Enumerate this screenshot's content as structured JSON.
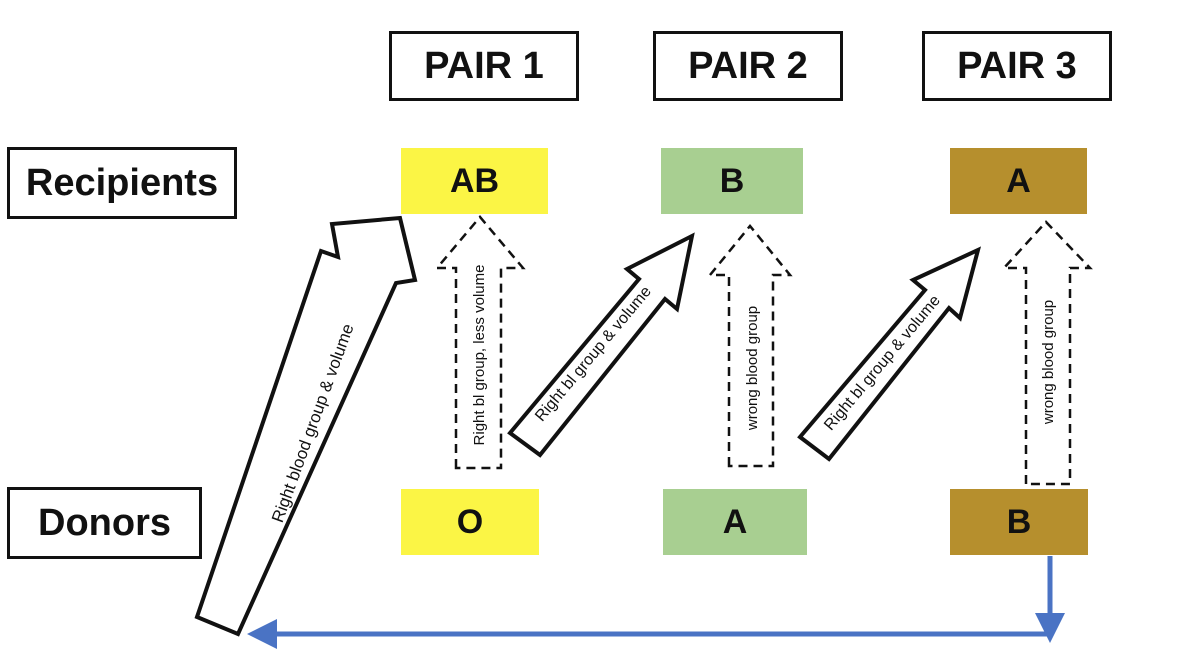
{
  "pairs": [
    "PAIR 1",
    "PAIR 2",
    "PAIR 3"
  ],
  "rows": {
    "recipients": "Recipients",
    "donors": "Donors"
  },
  "recipients": [
    "AB",
    "B",
    "A"
  ],
  "donors": [
    "O",
    "A",
    "B"
  ],
  "arrow_labels": {
    "big_cross": "Right blood group & volume",
    "pair1_up": "Right bl group, less volume",
    "cross_1_2": "Right bl group & volume",
    "pair2_up": "wrong blood group",
    "cross_2_3": "Right bl group & volume",
    "pair3_up": "wrong blood group"
  },
  "colors": {
    "pair1": "#fbf545",
    "pair2": "#a8cf91",
    "pair3": "#b68f2d",
    "loop_arrow": "#4a73c4"
  }
}
